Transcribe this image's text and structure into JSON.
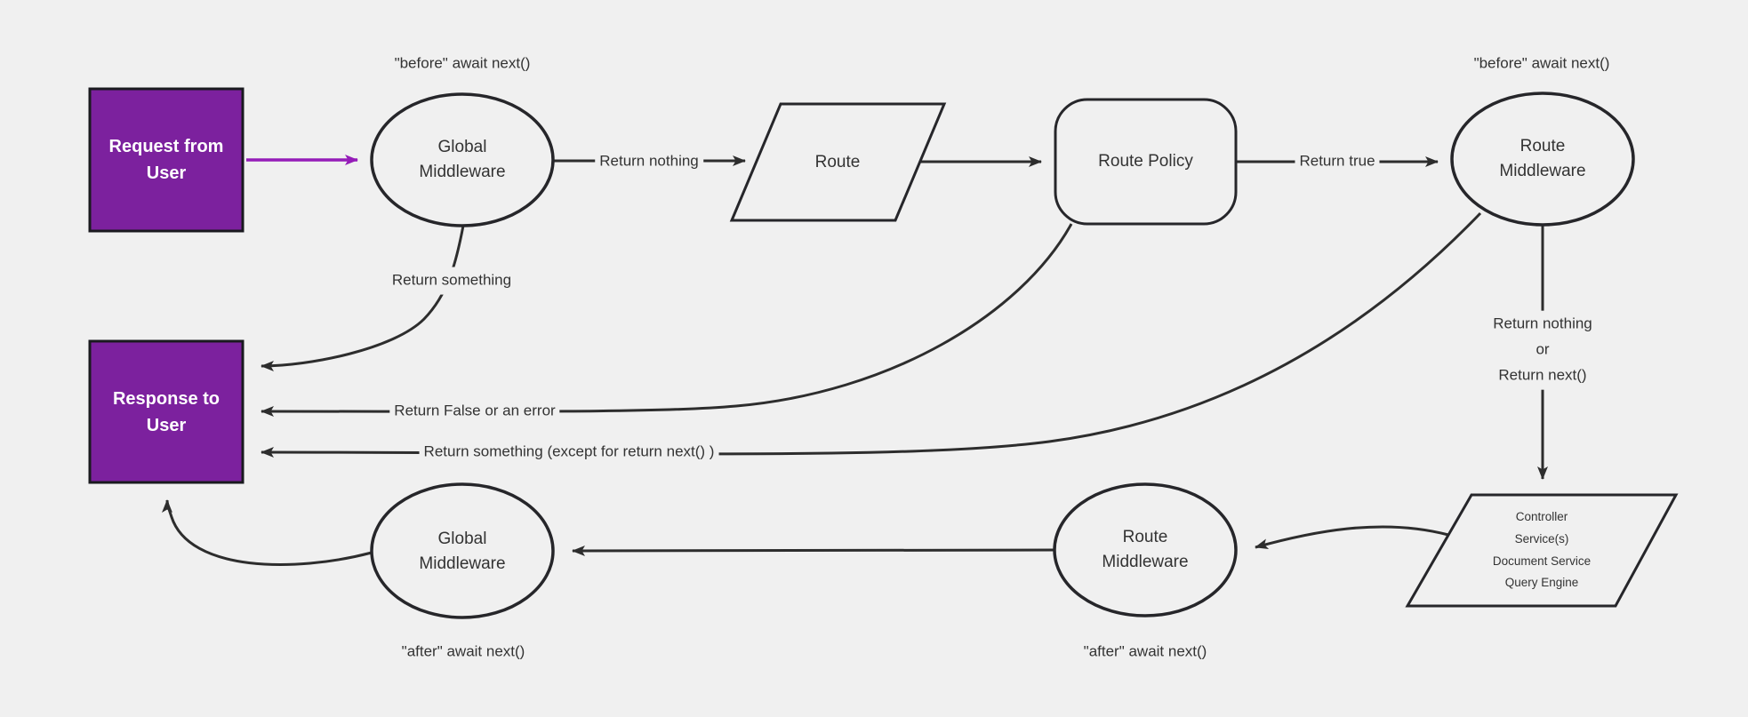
{
  "diagram": {
    "title_hint": "middleware request-response flowchart",
    "colors": {
      "background": "#f0f0f0",
      "line": "#2d2d2d",
      "node_border": "#26262a",
      "purple_node_fill": "#7c219e",
      "purple_node_border": "#1a1a1f",
      "purple_arrow": "#951cb8",
      "text": "#333333",
      "box_text": "#ffffff"
    },
    "nodes": {
      "request": {
        "label": "Request from\nUser"
      },
      "global_middleware_top": {
        "label": "Global\nMiddleware"
      },
      "route": {
        "label": "Route"
      },
      "route_policy": {
        "label": "Route Policy"
      },
      "route_middleware_top": {
        "label": "Route\nMiddleware"
      },
      "controller": {
        "label": "Controller\nService(s)\nDocument Service\nQuery Engine"
      },
      "response": {
        "label": "Response to\nUser"
      },
      "route_middleware_bottom": {
        "label": "Route\nMiddleware"
      },
      "global_middleware_bottom": {
        "label": "Global\nMiddleware"
      }
    },
    "edge_labels": {
      "before_await_global": "\"before\" await next()",
      "before_await_route": "\"before\" await next()",
      "return_nothing": "Return nothing",
      "return_true": "Return true",
      "return_something": "Return something",
      "return_false": "Return False or an error",
      "return_something_except": "Return something (except for return next() )",
      "return_nothing_or_next": "Return nothing\nor\nReturn next()",
      "after_await_global": "\"after\" await next()",
      "after_await_route": "\"after\" await next()"
    }
  }
}
